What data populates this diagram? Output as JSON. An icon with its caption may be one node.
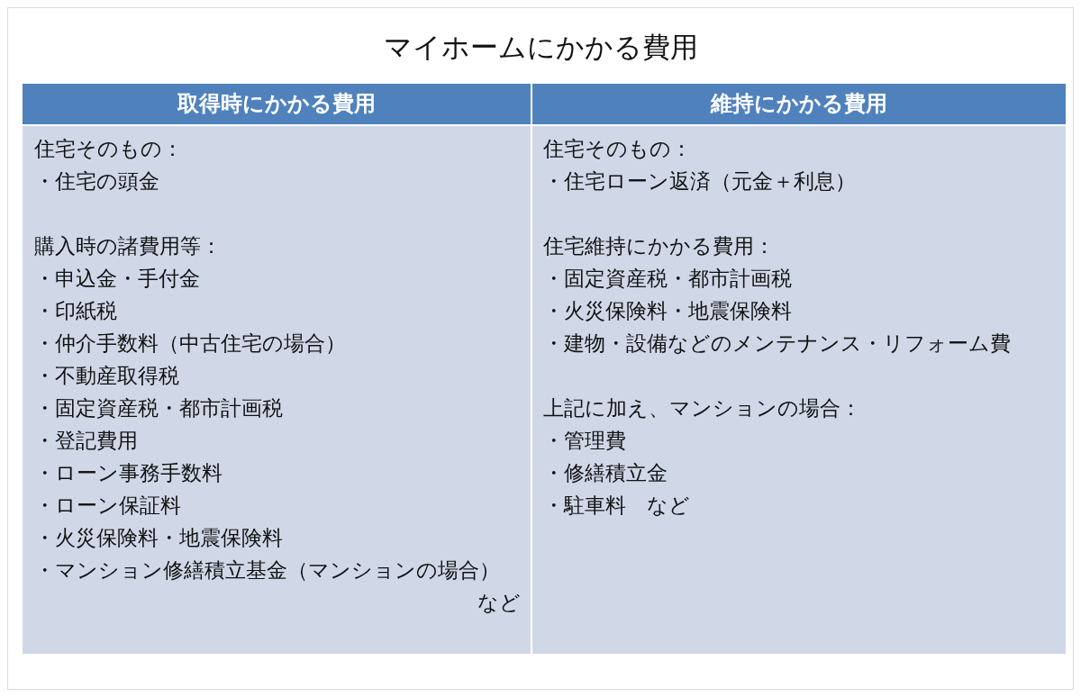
{
  "diagram": {
    "title": "マイホームにかかる費用",
    "labels": [
      "取得時にかかる費用",
      "維持にかかる費用",
      "住宅そのもの：",
      "・住宅の頭金",
      "購入時の諸費用等：",
      "・申込金・手付金",
      "・印紙税",
      "・仲介手数料（中古住宅の場合）",
      "・不動産取得税",
      "・固定資産税・都市計画税",
      "・登記費用",
      "・ローン事務手数料",
      "・ローン保証料",
      "・火災保険料・地震保険料",
      "・マンション修繕積立基金（マンションの場合）",
      "など",
      "住宅そのもの：",
      "・住宅ローン返済（元金＋利息）",
      "住宅維持にかかる費用：",
      "・固定資産税・都市計画税",
      "・火災保険料・地震保険料",
      "・建物・設備などのメンテナンス・リフォーム費",
      "上記に加え、マンションの場合：",
      "・管理費",
      "・修繕積立金",
      "・駐車料　など"
    ]
  }
}
